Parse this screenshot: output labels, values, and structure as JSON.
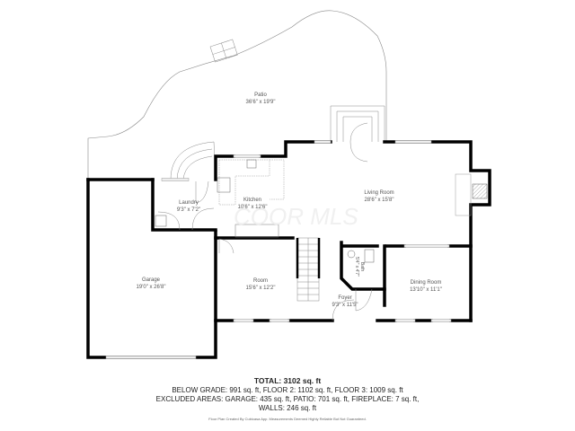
{
  "rooms": {
    "patio": {
      "name": "Patio",
      "dims": "36'6\" x 19'9\""
    },
    "laundry": {
      "name": "Laundry",
      "dims": "9'3\" x 7'2\""
    },
    "kitchen": {
      "name": "Kitchen",
      "dims": "10'6\" x 12'6\""
    },
    "living_room": {
      "name": "Living Room",
      "dims": "28'6\" x 15'8\""
    },
    "garage": {
      "name": "Garage",
      "dims": "19'0\" x 26'8\""
    },
    "room": {
      "name": "Room",
      "dims": "15'6\" x 12'2\""
    },
    "foyer": {
      "name": "Foyer",
      "dims": "9'3\" x 11'5\""
    },
    "dining_room": {
      "name": "Dining Room",
      "dims": "13'10\" x 11'1\""
    },
    "bath": {
      "name": "Bath",
      "dims": "5'4\" x 4'7\""
    }
  },
  "watermark": "COOR MLS",
  "summary": {
    "total": "TOTAL: 3102 sq. ft",
    "line1": "BELOW GRADE: 991 sq. ft, FLOOR 2: 1102 sq. ft, FLOOR 3: 1009 sq. ft",
    "line2": "EXCLUDED AREAS: GARAGE: 435 sq. ft, PATIO: 701 sq. ft, FIREPLACE: 7 sq. ft,",
    "line3": "WALLS: 246 sq. ft",
    "credit": "Floor Plan Created By Cubicasa App. Measurements Deemed Highly Reliable But Not Guaranteed."
  },
  "colors": {
    "wall": "#000000",
    "thin_line": "#888888",
    "window": "#cccccc"
  }
}
